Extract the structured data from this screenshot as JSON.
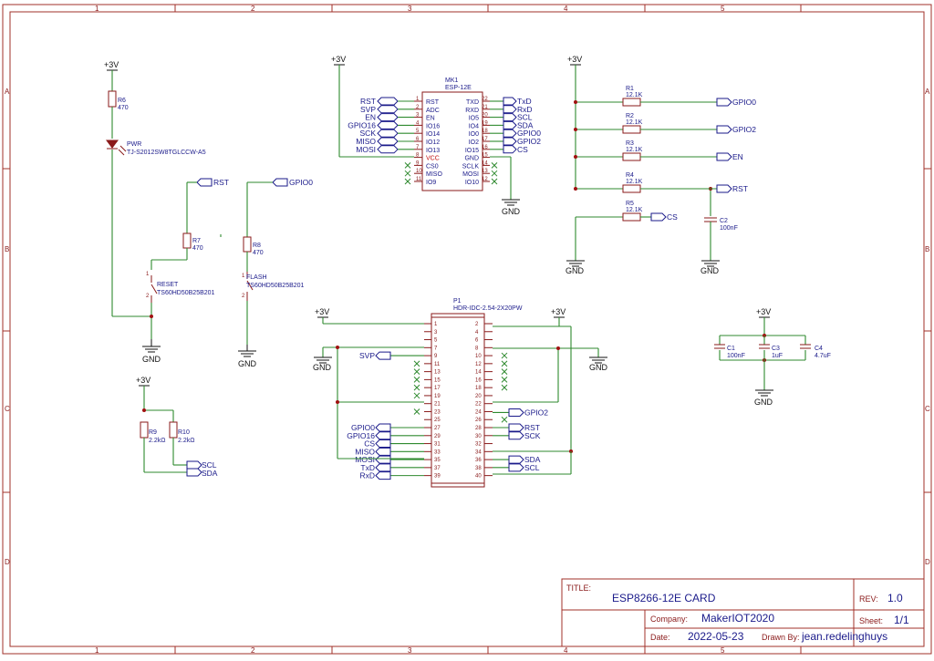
{
  "border": {
    "columns": [
      "1",
      "2",
      "3",
      "4",
      "5"
    ],
    "rows": [
      "A",
      "B",
      "C",
      "D"
    ]
  },
  "title_block": {
    "title_label": "TITLE:",
    "title": "ESP8266-12E CARD",
    "rev_label": "REV:",
    "rev": "1.0",
    "company_label": "Company:",
    "company": "MakerIOT2020",
    "sheet_label": "Sheet:",
    "sheet": "1/1",
    "date_label": "Date:",
    "date": "2022-05-23",
    "drawn_label": "Drawn By:",
    "drawn_by": "jean.redelinghuys"
  },
  "power": {
    "vcc": "+3V",
    "gnd": "GND"
  },
  "led": {
    "ref": "R6",
    "value": "470",
    "led_ref": "PWR",
    "led_part": "TJ-S2012SW8TGLCCW-A5"
  },
  "reset_sw": {
    "res_ref": "R7",
    "res_val": "470",
    "sw_ref": "RESET",
    "sw_part": "TS60HD50B25B201",
    "net": "RST"
  },
  "flash_sw": {
    "res_ref": "R8",
    "res_val": "470",
    "sw_ref": "FLASH",
    "sw_part": "TS60HD50B25B201",
    "net": "GPIO0"
  },
  "i2c": {
    "r9": "R9",
    "r9v": "2.2kΩ",
    "r10": "R10",
    "r10v": "2.2kΩ",
    "scl": "SCL",
    "sda": "SDA"
  },
  "module": {
    "ref": "MK1",
    "part": "ESP-12E",
    "left_nets": [
      "RST",
      "SVP",
      "EN",
      "GPIO16",
      "SCK",
      "MISO",
      "MOSI"
    ],
    "left_pins": [
      "RST",
      "ADC",
      "EN",
      "IO16",
      "IO14",
      "IO12",
      "IO13",
      "VCC",
      "CS0",
      "MISO",
      "IO9"
    ],
    "left_nums": [
      "1",
      "2",
      "3",
      "4",
      "5",
      "6",
      "7",
      "8",
      "9",
      "10",
      "11"
    ],
    "right_pins": [
      "TXD",
      "RXD",
      "IO5",
      "IO4",
      "IO0",
      "IO2",
      "IO15",
      "GND",
      "SCLK",
      "MOSI",
      "IO10"
    ],
    "right_nums": [
      "22",
      "21",
      "20",
      "19",
      "18",
      "17",
      "16",
      "15",
      "14",
      "13",
      "12"
    ],
    "right_nets": [
      "TxD",
      "RxD",
      "SCL",
      "SDA",
      "GPIO0",
      "GPIO2",
      "CS"
    ]
  },
  "pullups": {
    "refs": [
      "R1",
      "R2",
      "R3",
      "R4",
      "R5"
    ],
    "value": "12.1K",
    "nets": [
      "GPIO0",
      "GPIO2",
      "EN",
      "RST",
      "CS"
    ],
    "cap_ref": "C2",
    "cap_val": "100nF"
  },
  "header": {
    "ref": "P1",
    "part": "HDR-IDC-2.54-2X20PW",
    "left_nets": [
      "SVP",
      "GPIO0",
      "GPIO16",
      "CS",
      "MISO",
      "MOSI",
      "TxD",
      "RxD"
    ],
    "right_nets": [
      "GPIO2",
      "RST",
      "SCK",
      "SDA",
      "SCL"
    ]
  },
  "decoupling": {
    "caps": [
      {
        "ref": "C1",
        "val": "100nF"
      },
      {
        "ref": "C3",
        "val": "1uF"
      },
      {
        "ref": "C4",
        "val": "4.7uF"
      }
    ]
  }
}
